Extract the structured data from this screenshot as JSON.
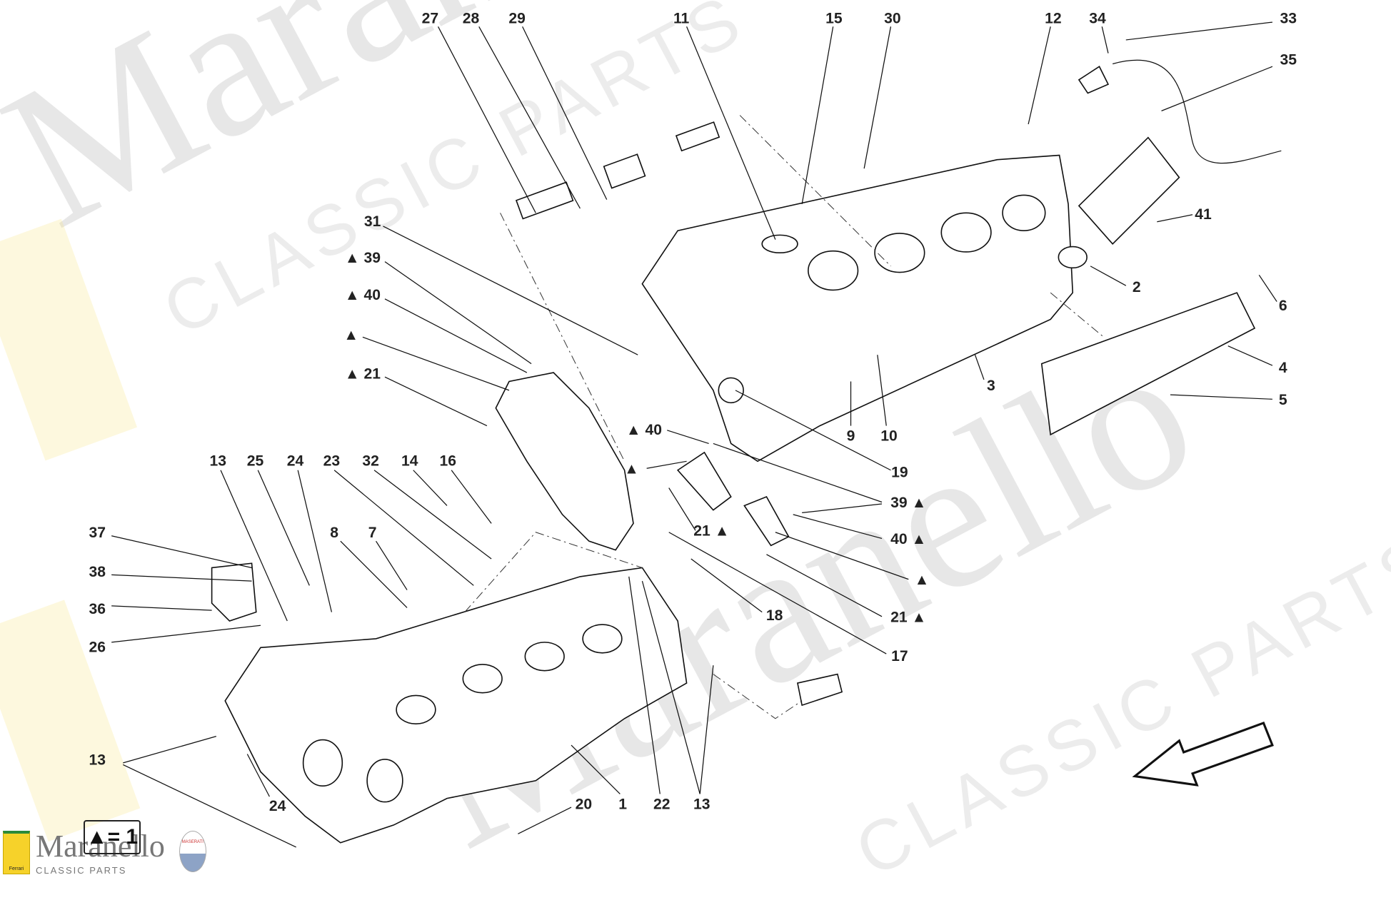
{
  "watermark": {
    "main": "Maranello",
    "sub": "CLASSIC PARTS"
  },
  "legend": {
    "text": "▲= 1"
  },
  "logo": {
    "name": "Maranello",
    "sub": "CLASSIC PARTS",
    "ferrari": "Ferrari",
    "maserati": "MASERATI"
  },
  "callouts": [
    "27",
    "28",
    "29",
    "11",
    "15",
    "30",
    "12",
    "34",
    "33",
    "35",
    "41",
    "2",
    "6",
    "4",
    "5",
    "3",
    "9",
    "10",
    "19",
    "31",
    "▲ 39",
    "▲ 40",
    "▲",
    "▲ 21",
    "▲ 40",
    "▲",
    "21 ▲",
    "39 ▲",
    "40 ▲",
    "▲",
    "21 ▲",
    "17",
    "18",
    "13",
    "25",
    "24",
    "23",
    "32",
    "14",
    "16",
    "37",
    "38",
    "36",
    "26",
    "8",
    "7",
    "13",
    "24",
    "20",
    "1",
    "22",
    "13"
  ]
}
